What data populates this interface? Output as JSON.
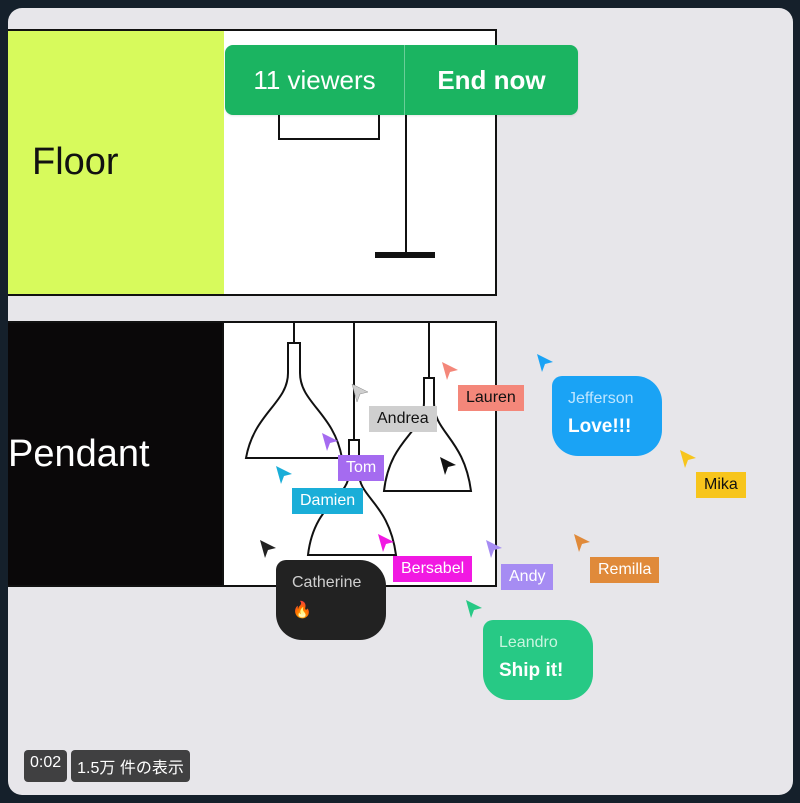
{
  "floor_card": {
    "label": "Floor"
  },
  "pendant_card": {
    "label": "Pendant"
  },
  "banner": {
    "viewers": "11 viewers",
    "end_label": "End now",
    "color": "#1bb461"
  },
  "cursors": [
    {
      "name": "Lauren",
      "color": "#f4877a",
      "text_color": "#111111"
    },
    {
      "name": "Andrea",
      "color": "#cfcfcf",
      "text_color": "#111111"
    },
    {
      "name": "Tom",
      "color": "#a56bf0",
      "text_color": "#ffffff"
    },
    {
      "name": "Damien",
      "color": "#1aaed8",
      "text_color": "#ffffff"
    },
    {
      "name": "Bersabel",
      "color": "#f119e2",
      "text_color": "#ffffff"
    },
    {
      "name": "Andy",
      "color": "#a68cf3",
      "text_color": "#ffffff"
    },
    {
      "name": "Remilla",
      "color": "#e08a3a",
      "text_color": "#ffffff"
    },
    {
      "name": "Mika",
      "color": "#f7c51c",
      "text_color": "#111111"
    }
  ],
  "chat_bubbles": {
    "jefferson": {
      "name": "Jefferson",
      "message": "Love!!!",
      "color": "#1aa3f5"
    },
    "catherine": {
      "name": "Catherine",
      "message": "🔥",
      "color": "#222222"
    },
    "leandro": {
      "name": "Leandro",
      "message": "Ship it!",
      "color": "#27c985"
    }
  },
  "video_overlay": {
    "time": "0:02",
    "views": "1.5万 件の表示"
  }
}
